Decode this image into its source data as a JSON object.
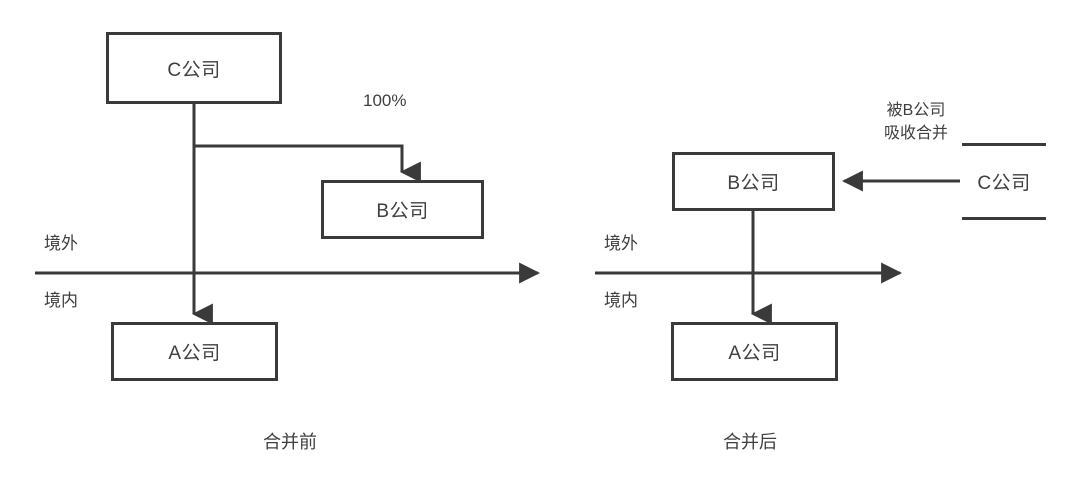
{
  "diagram": {
    "title_left": "合并前",
    "title_right": "合并后",
    "stroke_color": "#3a3a3a",
    "text_color": "#3f3f3f",
    "background_color": "#ffffff"
  },
  "panel_before": {
    "caption": "合并前",
    "nodes": {
      "c_company": "C公司",
      "b_company": "B公司",
      "a_company": "A公司"
    },
    "edge_labels": {
      "ownership_pct": "100%"
    },
    "zone_labels": {
      "offshore": "境外",
      "onshore": "境内"
    }
  },
  "panel_after": {
    "caption": "合并后",
    "nodes": {
      "b_company": "B公司",
      "a_company": "A公司",
      "c_company_dissolved": "C公司"
    },
    "annotations": {
      "merger_note_line1": "被B公司",
      "merger_note_line2": "吸收合并"
    },
    "zone_labels": {
      "offshore": "境外",
      "onshore": "境内"
    }
  }
}
